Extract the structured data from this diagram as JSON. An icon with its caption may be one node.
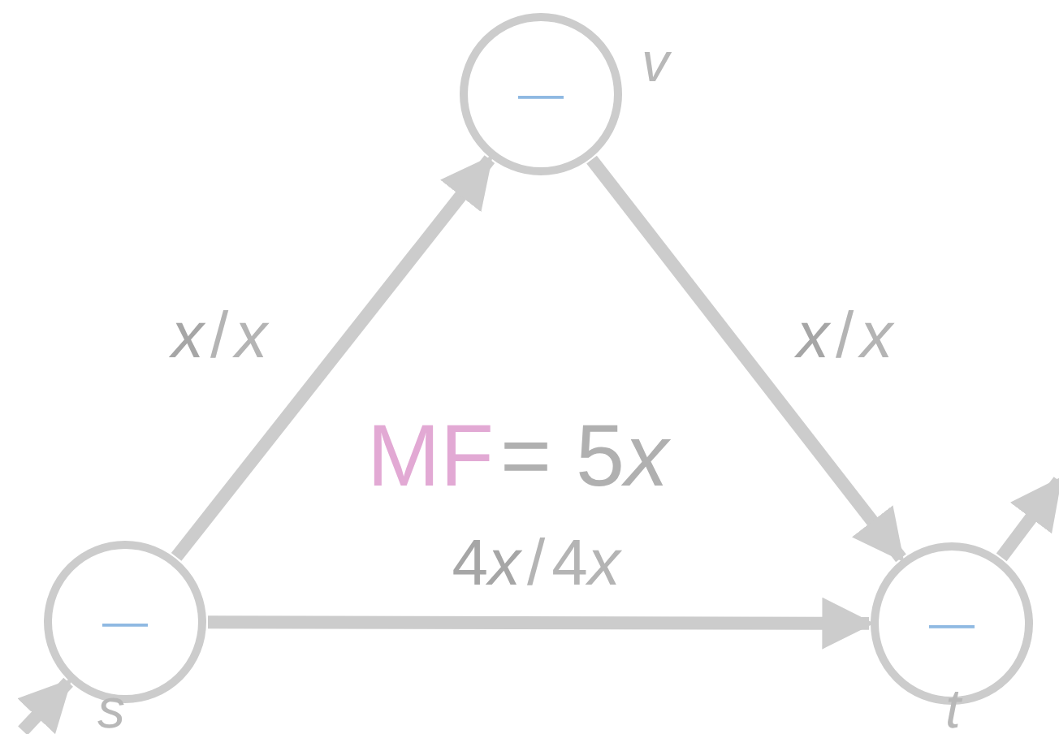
{
  "diagram": {
    "nodes": [
      {
        "text": [
          "—"
        ],
        "beside": [
          "v"
        ]
      },
      {
        "text": [
          "—"
        ],
        "beside": [
          "s"
        ]
      },
      {
        "text": [
          "—"
        ],
        "beside": [
          "t"
        ]
      }
    ],
    "edges": [
      {
        "from": 1,
        "to": 0,
        "arrow": "to",
        "label": "x/x"
      },
      {
        "from": 0,
        "to": 2,
        "arrow": "to",
        "label": "x/x"
      },
      {
        "from": 1,
        "to": 2,
        "arrow": "to",
        "label": "4x/4x"
      },
      {
        "from": null,
        "to": 1,
        "arrow": "to"
      },
      {
        "from": 2,
        "to": null,
        "arrow": "to"
      }
    ],
    "labels": [
      "MF",
      "= 5x"
    ]
  }
}
